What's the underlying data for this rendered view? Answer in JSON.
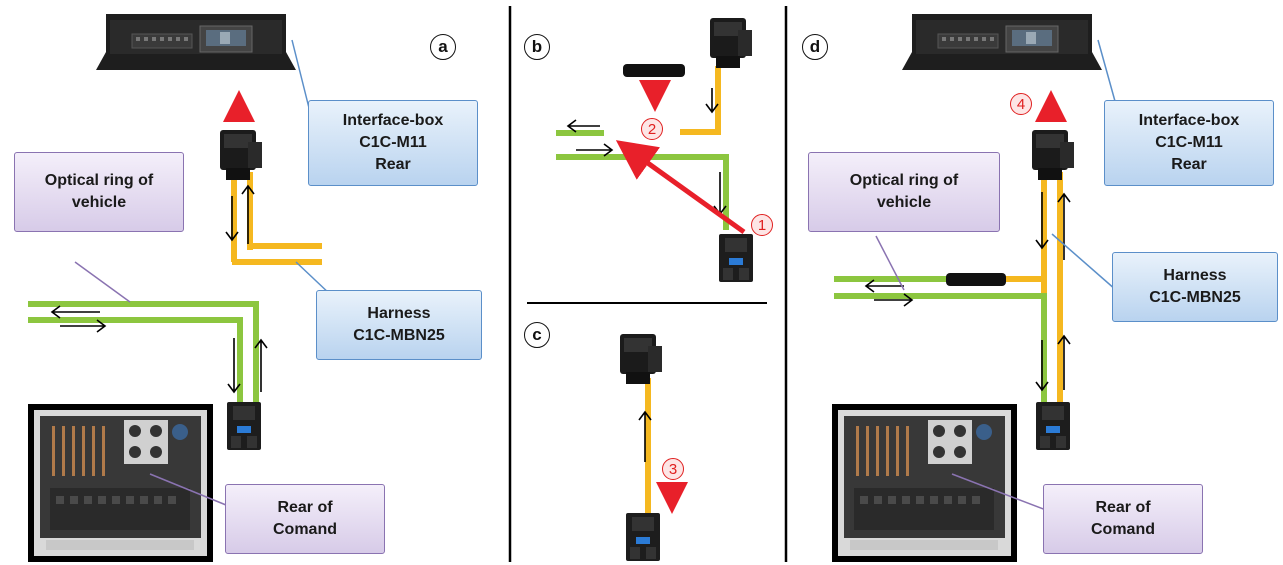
{
  "panels": {
    "a": {
      "letter": "a"
    },
    "b": {
      "letter": "b"
    },
    "c": {
      "letter": "c"
    },
    "d": {
      "letter": "d"
    }
  },
  "labels": {
    "interface_box": [
      "Interface-box",
      "C1C-M11",
      "Rear"
    ],
    "optical_ring": [
      "Optical ring of",
      "vehicle"
    ],
    "harness": [
      "Harness",
      "C1C-MBN25"
    ],
    "rear_of_comand": [
      "Rear of",
      "Comand"
    ]
  },
  "steps": [
    "1",
    "2",
    "3",
    "4"
  ],
  "colors": {
    "fiber_green": "#8cc63f",
    "harness_orange": "#f5b820",
    "arrow_red": "#e8202a",
    "callout_blue": "#c9dcf2",
    "callout_purple": "#e4dbef",
    "connector_black": "#1b1b1b",
    "connector_blue_tab": "#2b7bd6"
  }
}
